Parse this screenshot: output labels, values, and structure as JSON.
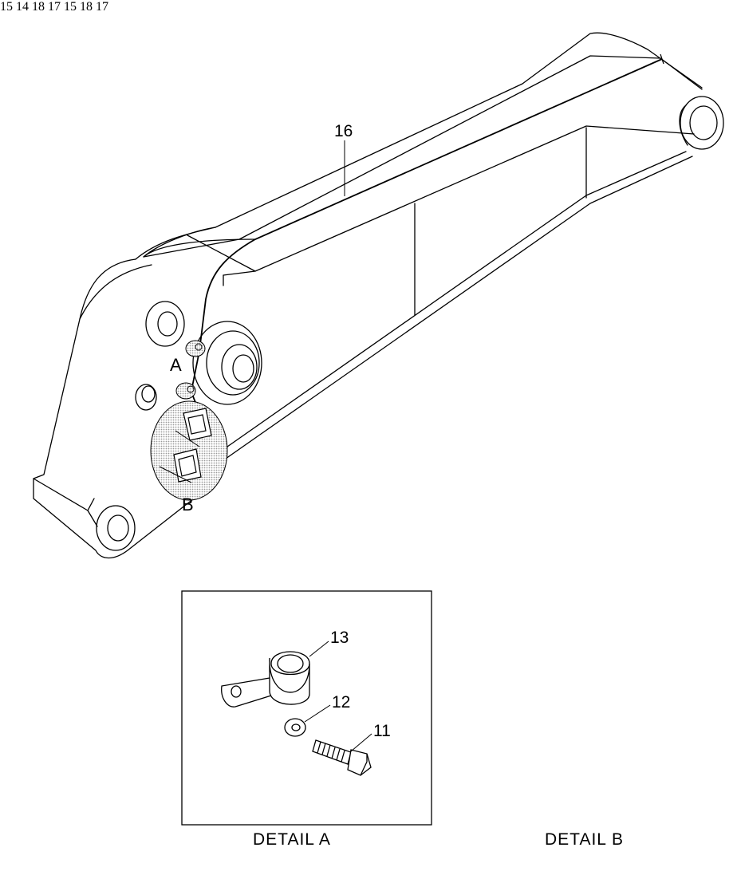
{
  "diagram": {
    "callouts": {
      "c16": "16",
      "c13": "13",
      "c12": "12",
      "c11": "11",
      "c15a": "15",
      "c14": "14",
      "c18a": "18",
      "c17a": "17",
      "c15b": "15",
      "c18b": "18",
      "c17b": "17"
    },
    "detail_markers": {
      "a": "A",
      "b": "B"
    },
    "captions": {
      "detail_a": "DETAIL  A",
      "detail_b": "DETAIL  B"
    }
  },
  "colors": {
    "line": "#000000",
    "shade": "#bdbdbd",
    "background": "#ffffff"
  }
}
